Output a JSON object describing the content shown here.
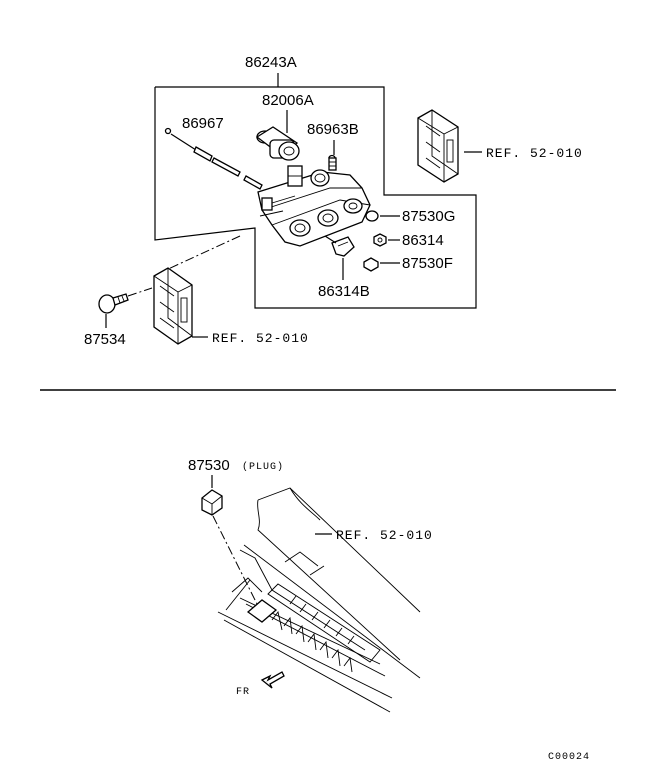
{
  "top_diagram": {
    "assembly_label": "86243A",
    "parts": {
      "p82006A": "82006A",
      "p86967": "86967",
      "p86963B": "86963B",
      "p87530G": "87530G",
      "p86314": "86314",
      "p87530F": "87530F",
      "p86314B": "86314B",
      "p87534": "87534"
    },
    "refs": {
      "ref_upper_right": "REF. 52-010",
      "ref_lower_left": "REF. 52-010"
    }
  },
  "bottom_diagram": {
    "plug_part": "87530",
    "plug_note": "(PLUG)",
    "ref": "REF. 52-010",
    "direction_label": "FR"
  },
  "figure_code": "C00024",
  "colors": {
    "ink": "#000000",
    "paper": "#ffffff"
  }
}
